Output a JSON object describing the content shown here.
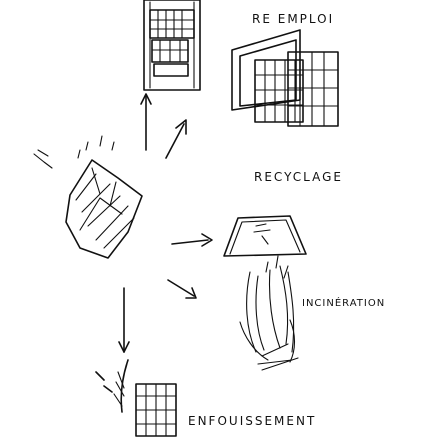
{
  "labels": {
    "reemploi": "RE EMPLOI",
    "recyclage": "RECYCLAGE",
    "incineration": "INCINÉRATION",
    "enfouissement": "ENFOUISSEMENT"
  },
  "icons": {
    "crumpled_sheet": "crumpled-paper-icon",
    "stacked_frames": "stacked-window-frames-icon",
    "standing_frames": "standing-frames-icon",
    "recycle_box": "recycle-bin-icon",
    "fire": "fire-icon",
    "landfill": "buried-frame-icon"
  },
  "colors": {
    "ink": "#111111",
    "paper": "#ffffff"
  }
}
